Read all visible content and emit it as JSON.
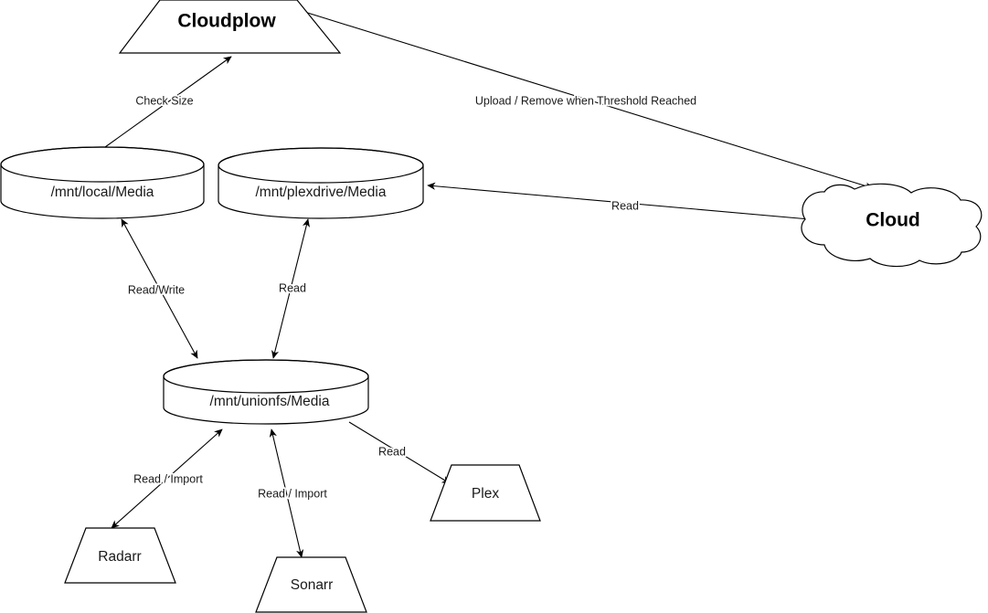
{
  "diagram": {
    "title": "Cloudplow media storage flow diagram",
    "background_color": "#ffffff",
    "stroke_color": "#000000",
    "text_color": "#1a1a1a",
    "nodes": [
      {
        "id": "cloudplow",
        "label": "Cloudplow",
        "shape": "trapezoid-inverted"
      },
      {
        "id": "local",
        "label": "/mnt/local/Media",
        "shape": "cylinder"
      },
      {
        "id": "plexdrive",
        "label": "/mnt/plexdrive/Media",
        "shape": "cylinder"
      },
      {
        "id": "cloud",
        "label": "Cloud",
        "shape": "cloud"
      },
      {
        "id": "unionfs",
        "label": "/mnt/unionfs/Media",
        "shape": "cylinder"
      },
      {
        "id": "plex",
        "label": "Plex",
        "shape": "trapezoid"
      },
      {
        "id": "radarr",
        "label": "Radarr",
        "shape": "trapezoid"
      },
      {
        "id": "sonarr",
        "label": "Sonarr",
        "shape": "trapezoid"
      }
    ],
    "edges": [
      {
        "id": "check-size",
        "from": "local",
        "to": "cloudplow",
        "label": "Check Size",
        "arrows": "single"
      },
      {
        "id": "upload-remove",
        "from": "cloudplow",
        "to": "cloud",
        "label": "Upload / Remove when Threshold Reached",
        "arrows": "single"
      },
      {
        "id": "cloud-read",
        "from": "cloud",
        "to": "plexdrive",
        "label": "Read",
        "arrows": "single"
      },
      {
        "id": "local-readwrite",
        "from": "unionfs",
        "to": "local",
        "label": "Read/Write",
        "arrows": "double"
      },
      {
        "id": "plexdrive-read",
        "from": "unionfs",
        "to": "plexdrive",
        "label": "Read",
        "arrows": "double"
      },
      {
        "id": "radarr-import",
        "from": "radarr",
        "to": "unionfs",
        "label": "Read / Import",
        "arrows": "double"
      },
      {
        "id": "sonarr-import",
        "from": "sonarr",
        "to": "unionfs",
        "label": "Read / Import",
        "arrows": "double"
      },
      {
        "id": "plex-read",
        "from": "unionfs",
        "to": "plex",
        "label": "Read",
        "arrows": "single"
      }
    ]
  }
}
